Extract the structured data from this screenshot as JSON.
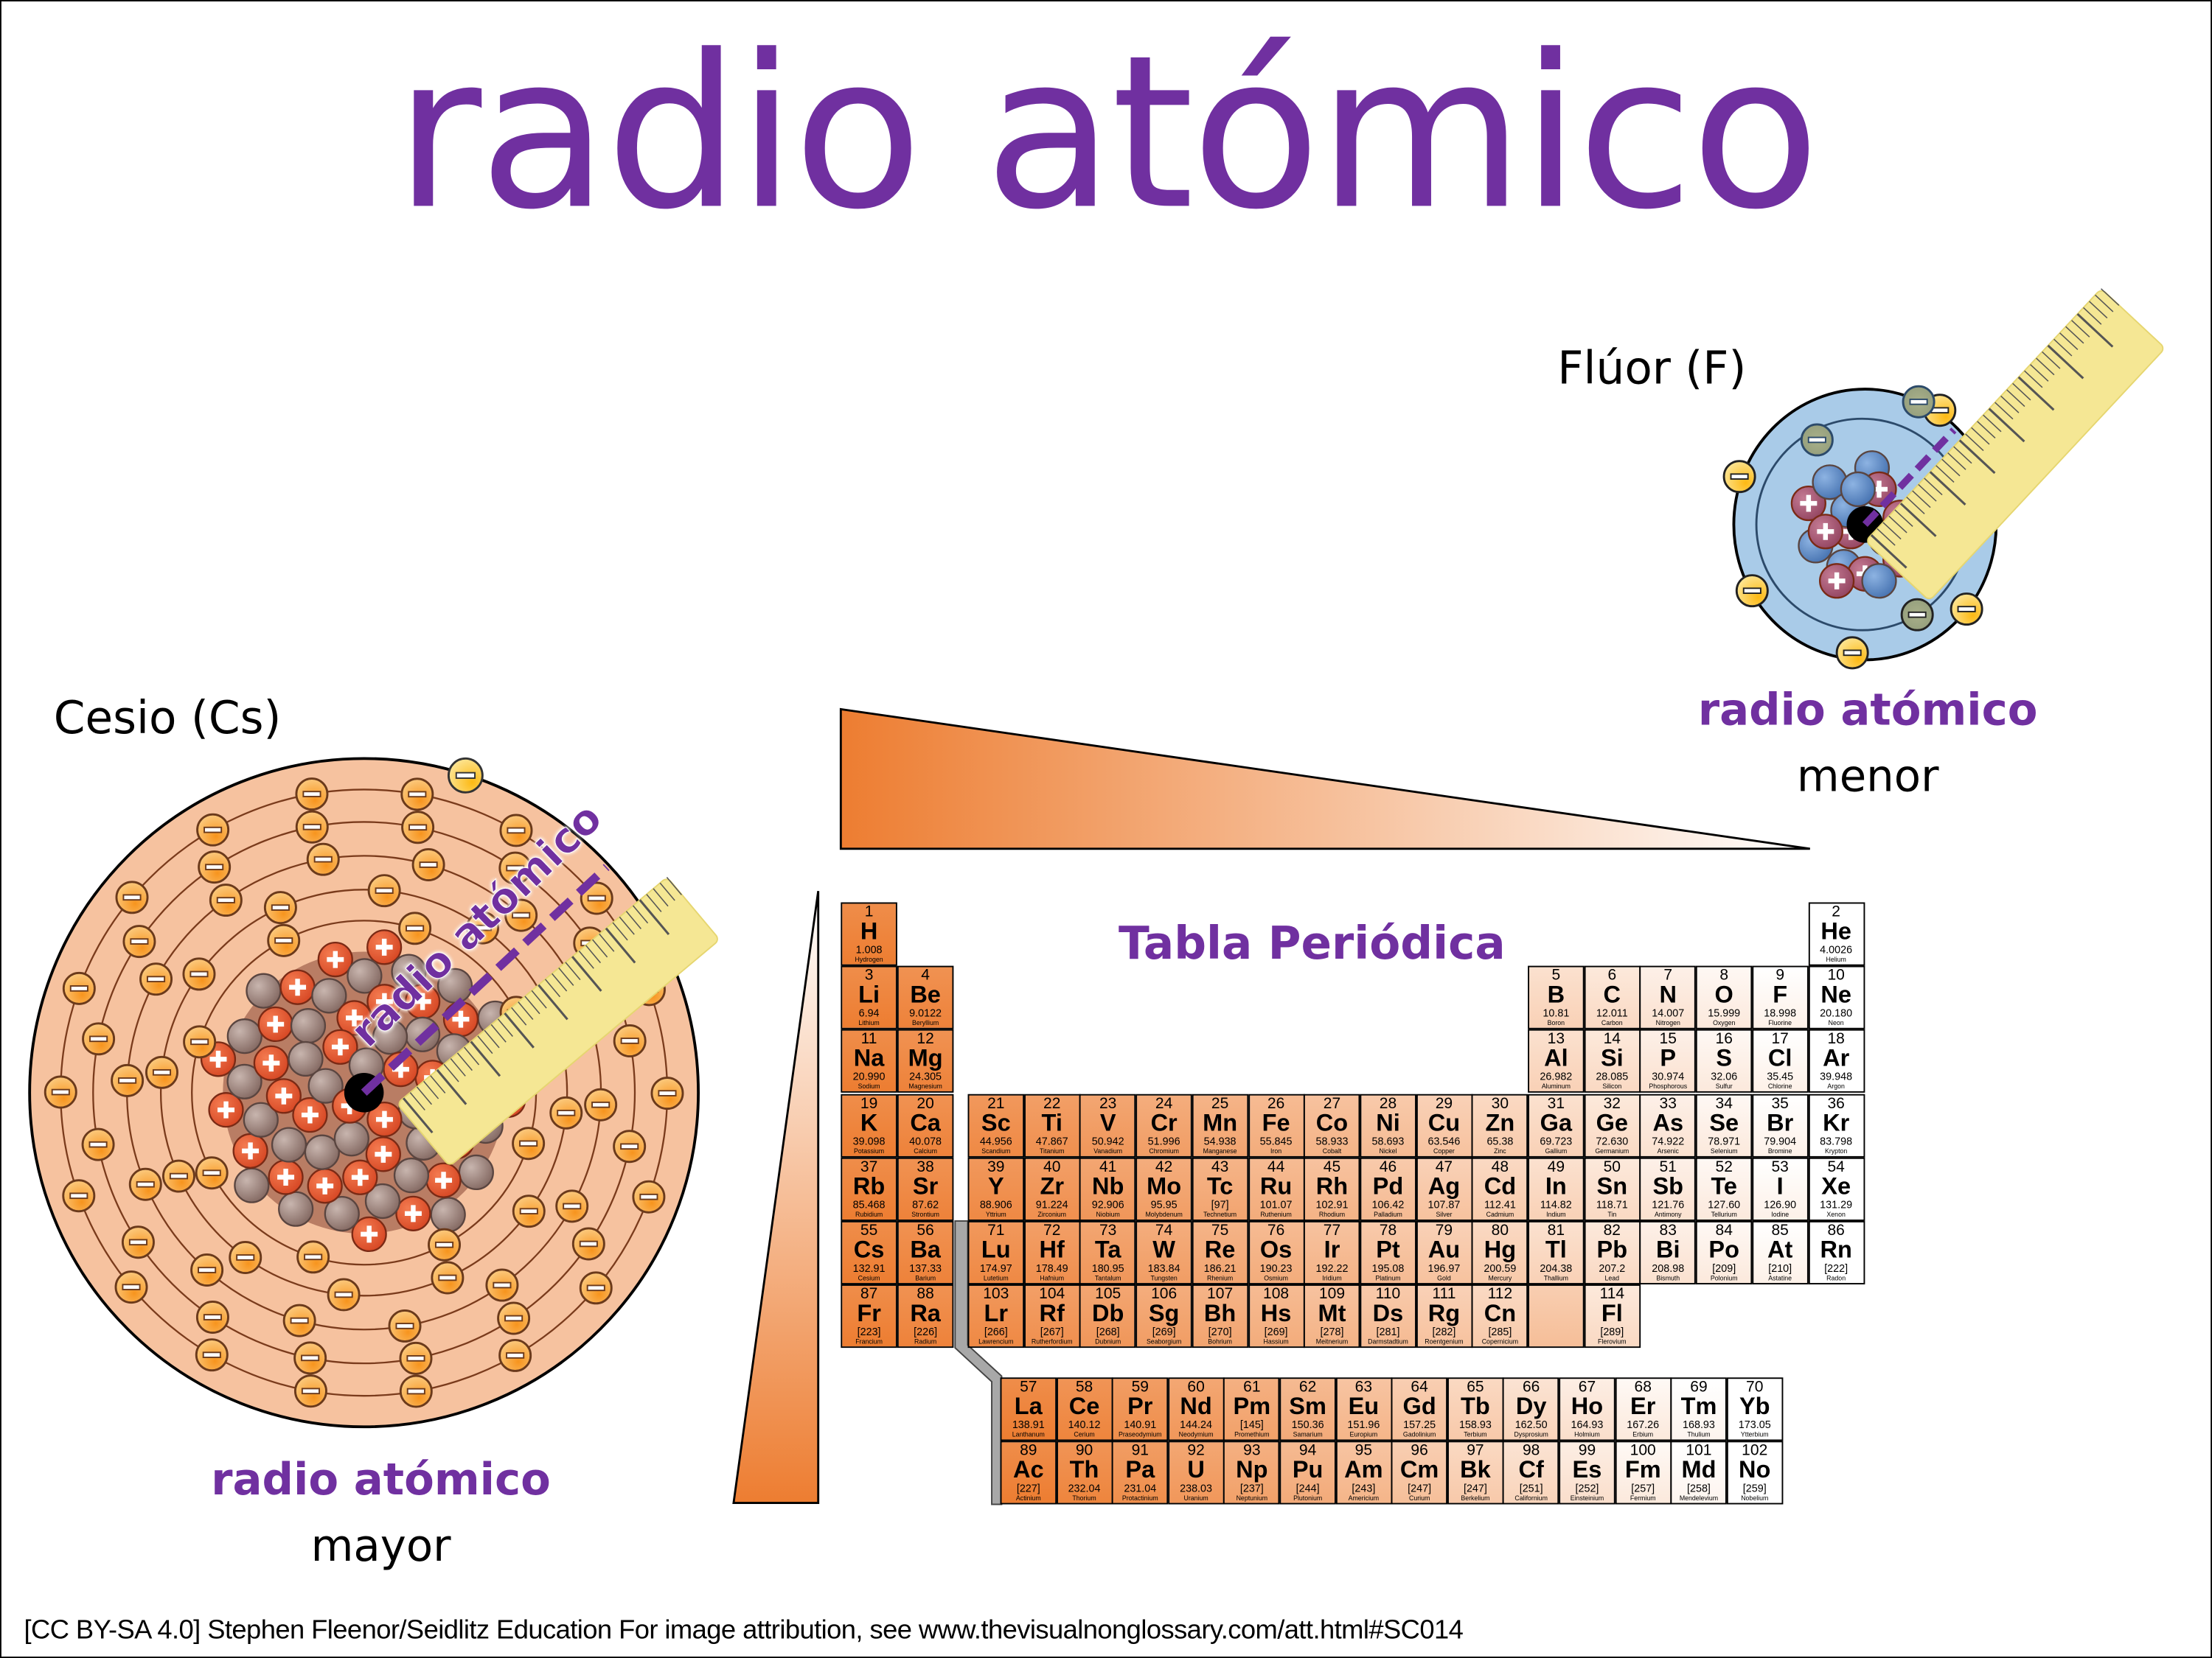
{
  "title": "radio atómico",
  "fluorine": {
    "label": "Flúor (F)",
    "caption_main": "radio atómico",
    "caption_sub": "menor"
  },
  "cesium": {
    "label": "Cesio (Cs)",
    "caption_main": "radio atómico",
    "caption_sub": "mayor",
    "ruler_label": "radio atómico"
  },
  "table": {
    "title": "Tabla Periódica",
    "elements": [
      [
        1,
        "H",
        "1.008",
        "Hydrogen",
        1,
        1
      ],
      [
        2,
        "He",
        "4.0026",
        "Helium",
        1,
        18
      ],
      [
        3,
        "Li",
        "6.94",
        "Lithium",
        2,
        1
      ],
      [
        4,
        "Be",
        "9.0122",
        "Beryllium",
        2,
        2
      ],
      [
        5,
        "B",
        "10.81",
        "Boron",
        2,
        13
      ],
      [
        6,
        "C",
        "12.011",
        "Carbon",
        2,
        14
      ],
      [
        7,
        "N",
        "14.007",
        "Nitrogen",
        2,
        15
      ],
      [
        8,
        "O",
        "15.999",
        "Oxygen",
        2,
        16
      ],
      [
        9,
        "F",
        "18.998",
        "Fluorine",
        2,
        17
      ],
      [
        10,
        "Ne",
        "20.180",
        "Neon",
        2,
        18
      ],
      [
        11,
        "Na",
        "20.990",
        "Sodium",
        3,
        1
      ],
      [
        12,
        "Mg",
        "24.305",
        "Magnesium",
        3,
        2
      ],
      [
        13,
        "Al",
        "26.982",
        "Aluminum",
        3,
        13
      ],
      [
        14,
        "Si",
        "28.085",
        "Silicon",
        3,
        14
      ],
      [
        15,
        "P",
        "30.974",
        "Phosphorous",
        3,
        15
      ],
      [
        16,
        "S",
        "32.06",
        "Sulfur",
        3,
        16
      ],
      [
        17,
        "Cl",
        "35.45",
        "Chlorine",
        3,
        17
      ],
      [
        18,
        "Ar",
        "39.948",
        "Argon",
        3,
        18
      ],
      [
        19,
        "K",
        "39.098",
        "Potassium",
        4,
        1
      ],
      [
        20,
        "Ca",
        "40.078",
        "Calcium",
        4,
        2
      ],
      [
        21,
        "Sc",
        "44.956",
        "Scandium",
        4,
        3
      ],
      [
        22,
        "Ti",
        "47.867",
        "Titanium",
        4,
        4
      ],
      [
        23,
        "V",
        "50.942",
        "Vanadium",
        4,
        5
      ],
      [
        24,
        "Cr",
        "51.996",
        "Chromium",
        4,
        6
      ],
      [
        25,
        "Mn",
        "54.938",
        "Manganese",
        4,
        7
      ],
      [
        26,
        "Fe",
        "55.845",
        "Iron",
        4,
        8
      ],
      [
        27,
        "Co",
        "58.933",
        "Cobalt",
        4,
        9
      ],
      [
        28,
        "Ni",
        "58.693",
        "Nickel",
        4,
        10
      ],
      [
        29,
        "Cu",
        "63.546",
        "Copper",
        4,
        11
      ],
      [
        30,
        "Zn",
        "65.38",
        "Zinc",
        4,
        12
      ],
      [
        31,
        "Ga",
        "69.723",
        "Gallium",
        4,
        13
      ],
      [
        32,
        "Ge",
        "72.630",
        "Germanium",
        4,
        14
      ],
      [
        33,
        "As",
        "74.922",
        "Arsenic",
        4,
        15
      ],
      [
        34,
        "Se",
        "78.971",
        "Selenium",
        4,
        16
      ],
      [
        35,
        "Br",
        "79.904",
        "Bromine",
        4,
        17
      ],
      [
        36,
        "Kr",
        "83.798",
        "Krypton",
        4,
        18
      ],
      [
        37,
        "Rb",
        "85.468",
        "Rubidium",
        5,
        1
      ],
      [
        38,
        "Sr",
        "87.62",
        "Strontium",
        5,
        2
      ],
      [
        39,
        "Y",
        "88.906",
        "Yttrium",
        5,
        3
      ],
      [
        40,
        "Zr",
        "91.224",
        "Zirconium",
        5,
        4
      ],
      [
        41,
        "Nb",
        "92.906",
        "Niobium",
        5,
        5
      ],
      [
        42,
        "Mo",
        "95.95",
        "Molybdenum",
        5,
        6
      ],
      [
        43,
        "Tc",
        "[97]",
        "Technetium",
        5,
        7
      ],
      [
        44,
        "Ru",
        "101.07",
        "Ruthenium",
        5,
        8
      ],
      [
        45,
        "Rh",
        "102.91",
        "Rhodium",
        5,
        9
      ],
      [
        46,
        "Pd",
        "106.42",
        "Palladium",
        5,
        10
      ],
      [
        47,
        "Ag",
        "107.87",
        "Silver",
        5,
        11
      ],
      [
        48,
        "Cd",
        "112.41",
        "Cadmium",
        5,
        12
      ],
      [
        49,
        "In",
        "114.82",
        "Indium",
        5,
        13
      ],
      [
        50,
        "Sn",
        "118.71",
        "Tin",
        5,
        14
      ],
      [
        51,
        "Sb",
        "121.76",
        "Antimony",
        5,
        15
      ],
      [
        52,
        "Te",
        "127.60",
        "Tellurium",
        5,
        16
      ],
      [
        53,
        "I",
        "126.90",
        "Iodine",
        5,
        17
      ],
      [
        54,
        "Xe",
        "131.29",
        "Xenon",
        5,
        18
      ],
      [
        55,
        "Cs",
        "132.91",
        "Cesium",
        6,
        1
      ],
      [
        56,
        "Ba",
        "137.33",
        "Barium",
        6,
        2
      ],
      [
        71,
        "Lu",
        "174.97",
        "Lutetium",
        6,
        3
      ],
      [
        72,
        "Hf",
        "178.49",
        "Hafnium",
        6,
        4
      ],
      [
        73,
        "Ta",
        "180.95",
        "Tantalum",
        6,
        5
      ],
      [
        74,
        "W",
        "183.84",
        "Tungsten",
        6,
        6
      ],
      [
        75,
        "Re",
        "186.21",
        "Rhenium",
        6,
        7
      ],
      [
        76,
        "Os",
        "190.23",
        "Osmium",
        6,
        8
      ],
      [
        77,
        "Ir",
        "192.22",
        "Iridium",
        6,
        9
      ],
      [
        78,
        "Pt",
        "195.08",
        "Platinum",
        6,
        10
      ],
      [
        79,
        "Au",
        "196.97",
        "Gold",
        6,
        11
      ],
      [
        80,
        "Hg",
        "200.59",
        "Mercury",
        6,
        12
      ],
      [
        81,
        "Tl",
        "204.38",
        "Thallium",
        6,
        13
      ],
      [
        82,
        "Pb",
        "207.2",
        "Lead",
        6,
        14
      ],
      [
        83,
        "Bi",
        "208.98",
        "Bismuth",
        6,
        15
      ],
      [
        84,
        "Po",
        "[209]",
        "Polonium",
        6,
        16
      ],
      [
        85,
        "At",
        "[210]",
        "Astatine",
        6,
        17
      ],
      [
        86,
        "Rn",
        "[222]",
        "Radon",
        6,
        18
      ],
      [
        87,
        "Fr",
        "[223]",
        "Francium",
        7,
        1
      ],
      [
        88,
        "Ra",
        "[226]",
        "Radium",
        7,
        2
      ],
      [
        103,
        "Lr",
        "[266]",
        "Lawrencium",
        7,
        3
      ],
      [
        104,
        "Rf",
        "[267]",
        "Rutherfordium",
        7,
        4
      ],
      [
        105,
        "Db",
        "[268]",
        "Dubnium",
        7,
        5
      ],
      [
        106,
        "Sg",
        "[269]",
        "Seaborgium",
        7,
        6
      ],
      [
        107,
        "Bh",
        "[270]",
        "Bohrium",
        7,
        7
      ],
      [
        108,
        "Hs",
        "[269]",
        "Hassium",
        7,
        8
      ],
      [
        109,
        "Mt",
        "[278]",
        "Meitnerium",
        7,
        9
      ],
      [
        110,
        "Ds",
        "[281]",
        "Darmstadtium",
        7,
        10
      ],
      [
        111,
        "Rg",
        "[282]",
        "Roentgenium",
        7,
        11
      ],
      [
        112,
        "Cn",
        "[285]",
        "Copernicium",
        7,
        12
      ],
      [
        114,
        "Fl",
        "[289]",
        "Flerovium",
        7,
        14
      ]
    ],
    "lanthanides": [
      [
        57,
        "La",
        "138.91",
        "Lanthanum"
      ],
      [
        58,
        "Ce",
        "140.12",
        "Cerium"
      ],
      [
        59,
        "Pr",
        "140.91",
        "Praseodymium"
      ],
      [
        60,
        "Nd",
        "144.24",
        "Neodymium"
      ],
      [
        61,
        "Pm",
        "[145]",
        "Promethium"
      ],
      [
        62,
        "Sm",
        "150.36",
        "Samarium"
      ],
      [
        63,
        "Eu",
        "151.96",
        "Europium"
      ],
      [
        64,
        "Gd",
        "157.25",
        "Gadolinium"
      ],
      [
        65,
        "Tb",
        "158.93",
        "Terbium"
      ],
      [
        66,
        "Dy",
        "162.50",
        "Dysprosium"
      ],
      [
        67,
        "Ho",
        "164.93",
        "Holmium"
      ],
      [
        68,
        "Er",
        "167.26",
        "Erbium"
      ],
      [
        69,
        "Tm",
        "168.93",
        "Thulium"
      ],
      [
        70,
        "Yb",
        "173.05",
        "Ytterbium"
      ]
    ],
    "actinides": [
      [
        89,
        "Ac",
        "[227]",
        "Actinium"
      ],
      [
        90,
        "Th",
        "232.04",
        "Thorium"
      ],
      [
        91,
        "Pa",
        "231.04",
        "Protactinium"
      ],
      [
        92,
        "U",
        "238.03",
        "Uranium"
      ],
      [
        93,
        "Np",
        "[237]",
        "Neptunium"
      ],
      [
        94,
        "Pu",
        "[244]",
        "Plutonium"
      ],
      [
        95,
        "Am",
        "[243]",
        "Americium"
      ],
      [
        96,
        "Cm",
        "[247]",
        "Curium"
      ],
      [
        97,
        "Bk",
        "[247]",
        "Berkelium"
      ],
      [
        98,
        "Cf",
        "[251]",
        "Californium"
      ],
      [
        99,
        "Es",
        "[252]",
        "Einsteinium"
      ],
      [
        100,
        "Fm",
        "[257]",
        "Fermium"
      ],
      [
        101,
        "Md",
        "[258]",
        "Mendelevium"
      ],
      [
        102,
        "No",
        "[259]",
        "Nobelium"
      ]
    ]
  },
  "attribution": "[CC BY-SA 4.0] Stephen Fleenor/Seidlitz Education For image attribution, see www.thevisualnonglossary.com/att.html#SC014",
  "colors": {
    "accent": "#7030a0",
    "orange": "#ed7d31",
    "ruler": "#f5e794",
    "fluorine_shell": "#a9cbe8",
    "cesium_shell": "#f6c29f"
  }
}
